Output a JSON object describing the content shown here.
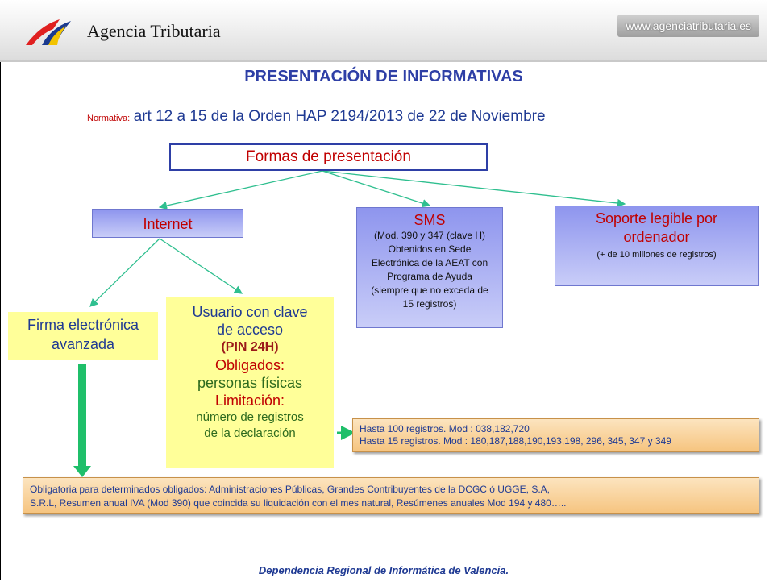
{
  "header": {
    "agency_name": "Agencia Tributaria",
    "url": "www.agenciatributaria.es"
  },
  "title": "PRESENTACIÓN DE INFORMATIVAS",
  "normativa": {
    "label": "Normativa:",
    "text": "art 12 a 15 de la Orden HAP 2194/2013 de 22 de Noviembre"
  },
  "root": {
    "label": "Formas de presentación"
  },
  "internet": {
    "label": "Internet"
  },
  "sms": {
    "title": "SMS",
    "lines": [
      "(Mod. 390 y 347 (clave H)",
      "Obtenidos en Sede",
      "Electrónica de la AEAT con",
      "Programa de Ayuda",
      "(siempre que no exceda de",
      "15 registros)"
    ]
  },
  "soporte": {
    "line1": "Soporte legible por",
    "line2": "ordenador",
    "note": "(+ de 10 millones de registros)"
  },
  "firma": {
    "line1": "Firma electrónica",
    "line2": "avanzada"
  },
  "usuario": {
    "line1": "Usuario con clave",
    "line2": "de acceso",
    "pin": "(PIN 24H)",
    "obligados": "Obligados:",
    "personas": "personas físicas",
    "limitacion": "Limitación:",
    "numero": "número de registros",
    "declaracion": "de  la declaración"
  },
  "hasta": {
    "line1": "Hasta 100 registros. Mod : 038,182,720",
    "line2": "Hasta 15 registros. Mod : 180,187,188,190,193,198, 296, 345, 347 y 349"
  },
  "obligatoria": {
    "line1": "Obligatoria para determinados obligados: Administraciones Públicas, Grandes Contribuyentes de  la DCGC ó UGGE, S.A,",
    "line2": "S.R.L, Resumen anual IVA (Mod 390) que  coincida su liquidación con el mes natural, Resúmenes anuales Mod 194 y 480….."
  },
  "footer": "Dependencia Regional de Informática de Valencia.",
  "colors": {
    "title_blue": "#2e3fa6",
    "red": "#c00000",
    "green_arrow": "#1fbf6a",
    "connector": "#2fbf8f",
    "yellow_box": "#ffff99"
  }
}
